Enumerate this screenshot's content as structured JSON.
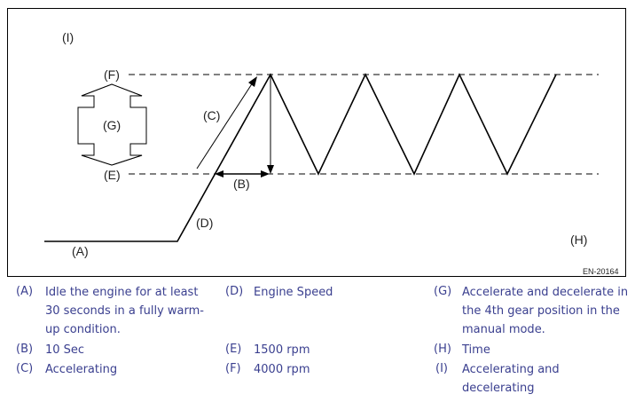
{
  "diagram": {
    "labels": {
      "I": "(I)",
      "F": "(F)",
      "G": "(G)",
      "E": "(E)",
      "C": "(C)",
      "B": "(B)",
      "D": "(D)",
      "A": "(A)",
      "H": "(H)"
    },
    "code": "EN-20164"
  },
  "legend": [
    {
      "key": "(A)",
      "text": "Idle the engine for at least 30 seconds in a fully warm-up condition."
    },
    {
      "key": "(B)",
      "text": "10 Sec"
    },
    {
      "key": "(C)",
      "text": "Accelerating"
    },
    {
      "key": "(D)",
      "text": "Engine Speed"
    },
    {
      "key": "(E)",
      "text": "1500 rpm"
    },
    {
      "key": "(F)",
      "text": "4000 rpm"
    },
    {
      "key": "(G)",
      "text": "Accelerate and decelerate in the 4th gear position in the manual mode."
    },
    {
      "key": "(H)",
      "text": "Time"
    },
    {
      "key": "(I)",
      "text": "Accelerating and decelerating"
    }
  ]
}
